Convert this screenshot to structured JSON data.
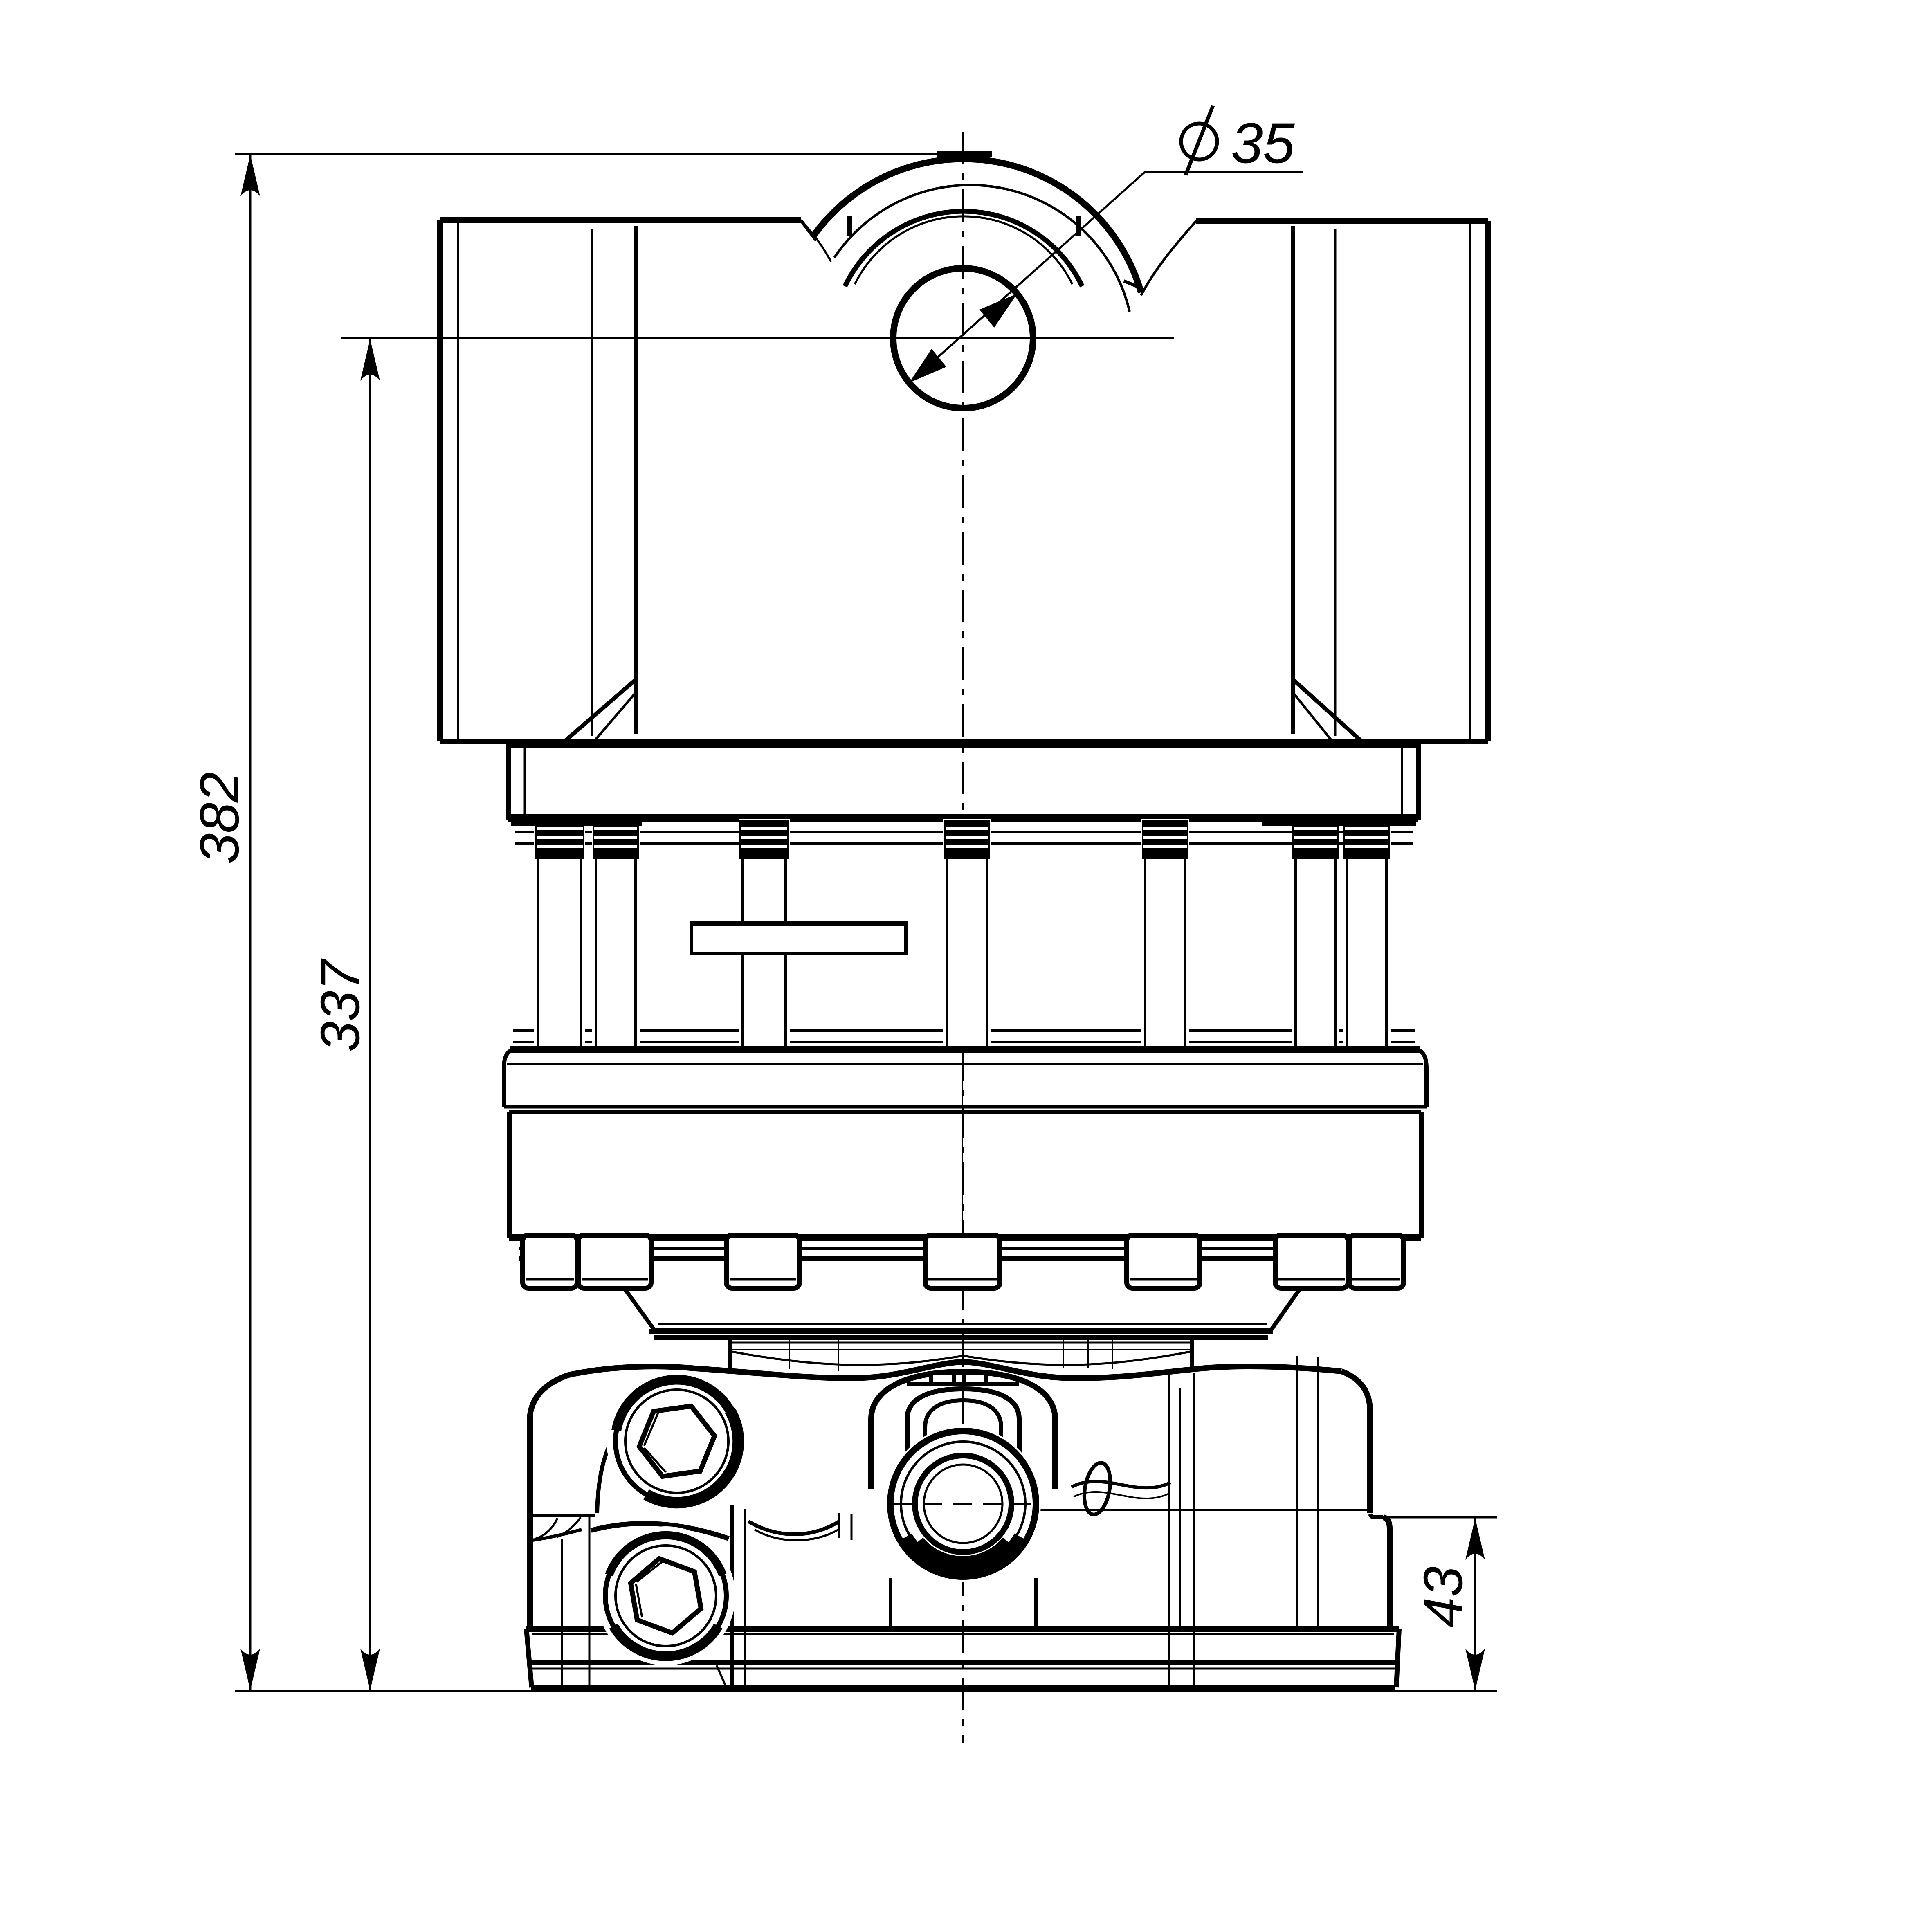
{
  "page": {
    "background": "#ffffff",
    "line_color": "#000000",
    "drawing_kind": "technical-dimension-drawing"
  },
  "annotations": {
    "overall_height": "382",
    "pin_center_to_base": "337",
    "base_step_height": "43",
    "pin_hole_diameter": "35"
  }
}
